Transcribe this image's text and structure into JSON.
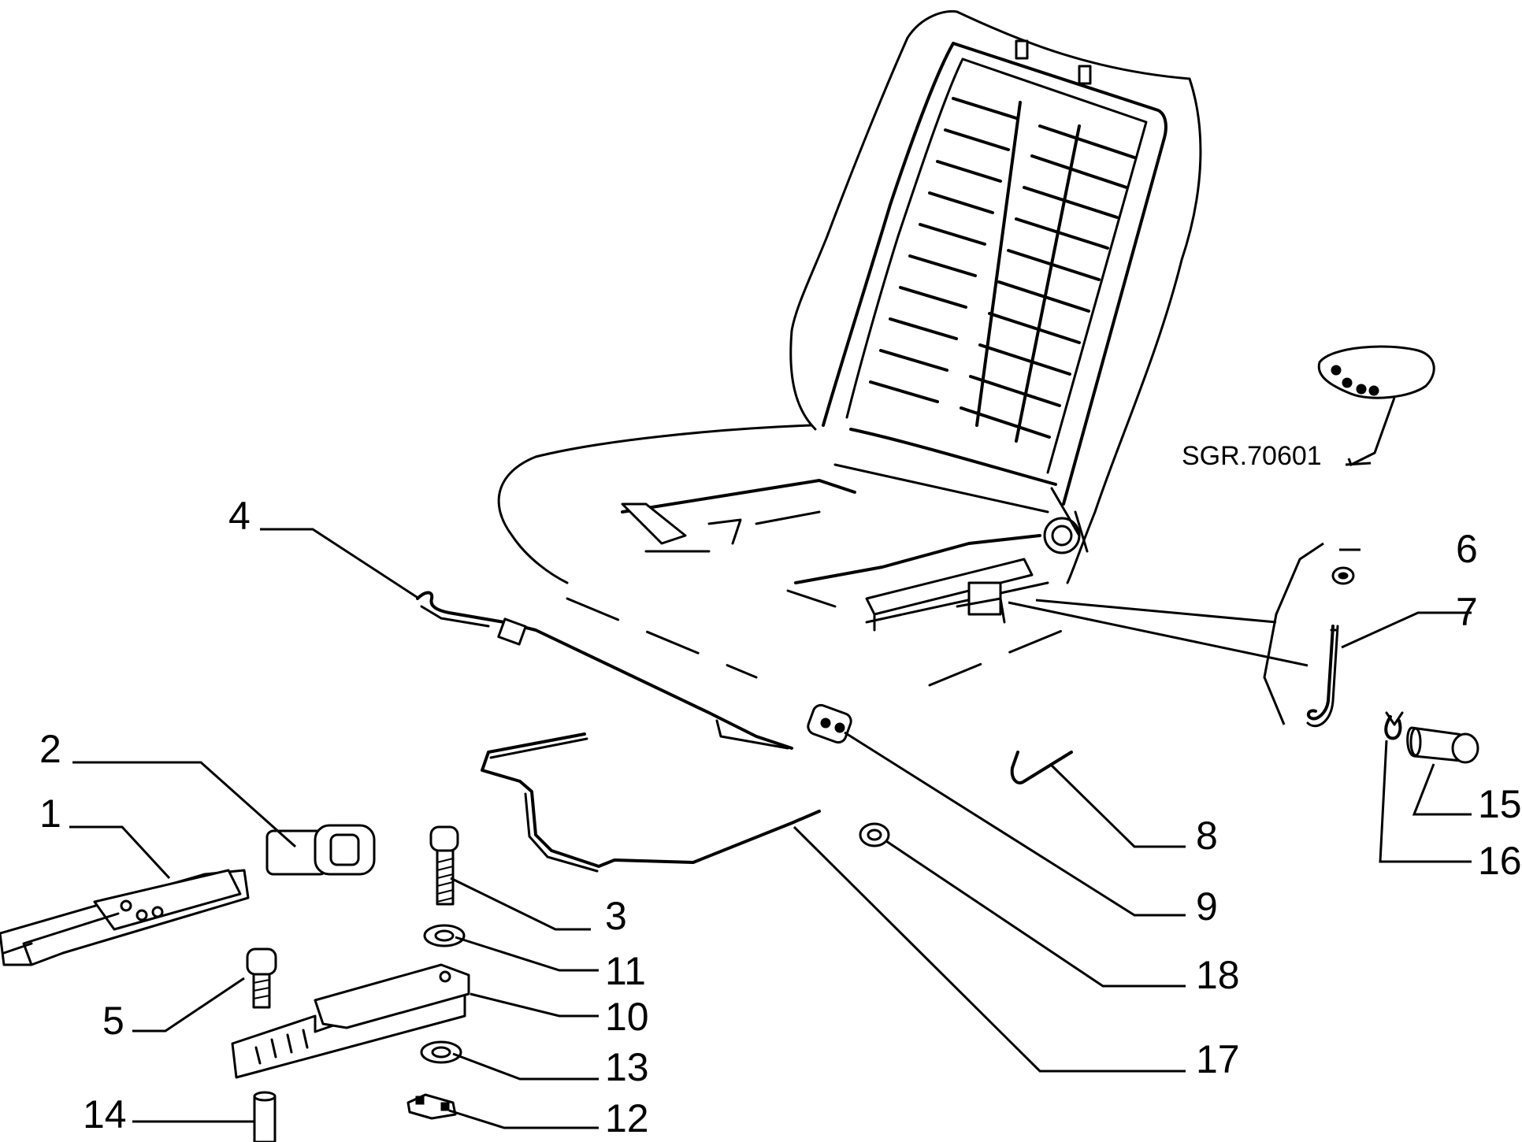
{
  "diagram": {
    "reference_code": "SGR.70601",
    "callouts": {
      "c1": "1",
      "c2": "2",
      "c3": "3",
      "c4": "4",
      "c5": "5",
      "c6": "6",
      "c7": "7",
      "c8": "8",
      "c9": "9",
      "c10": "10",
      "c11": "11",
      "c12": "12",
      "c13": "13",
      "c14": "14",
      "c15": "15",
      "c16": "16",
      "c17": "17",
      "c18": "18"
    }
  }
}
